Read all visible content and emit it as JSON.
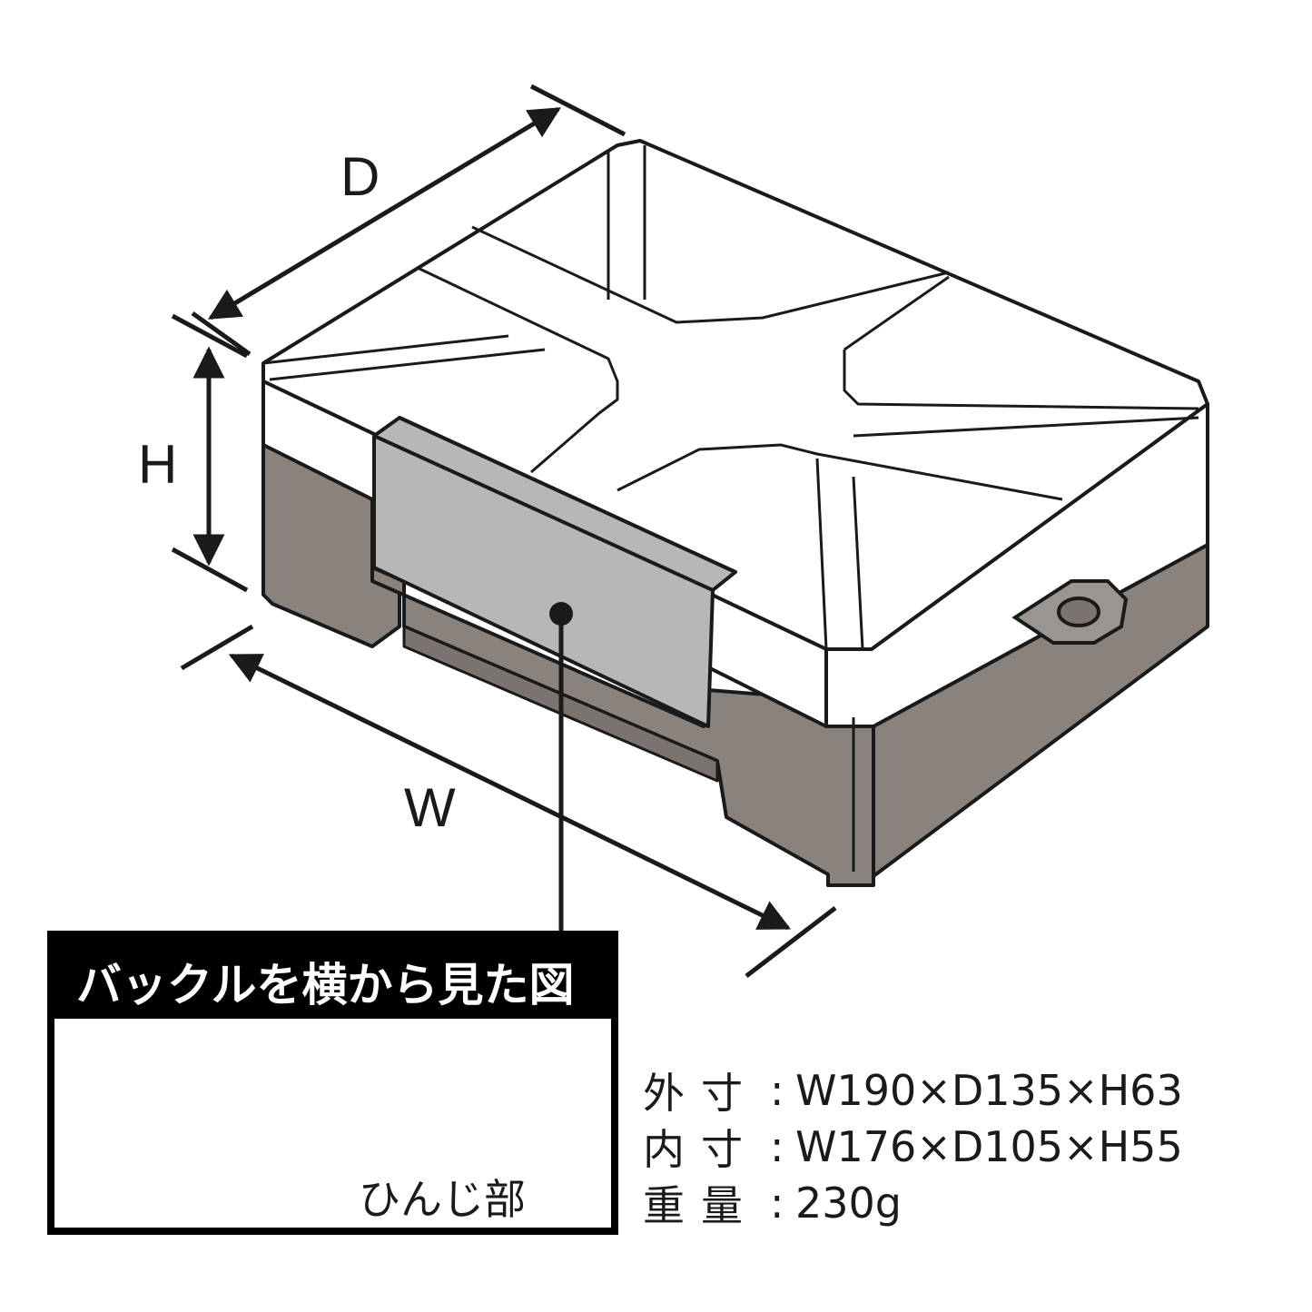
{
  "dimension_labels": {
    "depth": "D",
    "height": "H",
    "width": "W"
  },
  "inset": {
    "title": "バックルを横から見た図",
    "hinge_label": "ひんじ部"
  },
  "specs": [
    {
      "key": "外寸",
      "sep": ":",
      "value": "W190×D135×H63"
    },
    {
      "key": "内寸",
      "sep": ":",
      "value": "W176×D105×H55"
    },
    {
      "key": "重量",
      "sep": ":",
      "value": "230g"
    }
  ],
  "colors": {
    "lid": "#ffffff",
    "body": "#8a827d",
    "buckle": "#b7b7b7",
    "outline": "#1a1a1a"
  }
}
